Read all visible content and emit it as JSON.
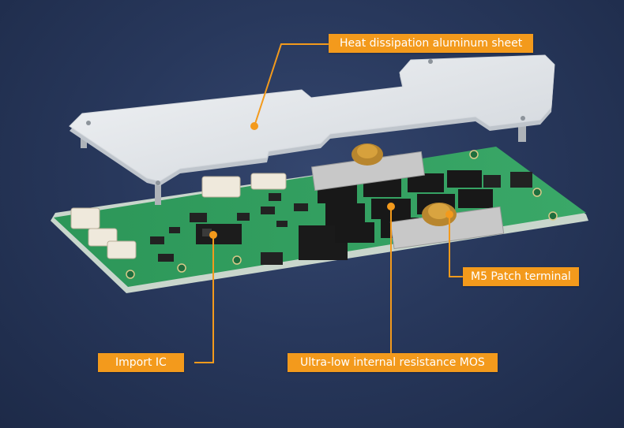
{
  "callouts": {
    "heat_sheet": "Heat dissipation aluminum sheet",
    "m5_terminal": "M5 Patch terminal",
    "import_ic": "Import IC",
    "mos": "Ultra-low internal resistance MOS"
  },
  "colors": {
    "accent": "#f39a1c",
    "background": "#28385c",
    "pcb": "#2f9a5c",
    "aluminum": "#e3e6ea"
  }
}
